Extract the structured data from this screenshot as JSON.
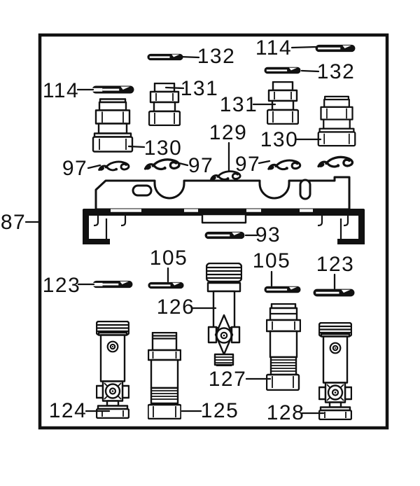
{
  "figure": {
    "kind": "exploded-parts-diagram",
    "background_color": "#ffffff",
    "line_color": "#111111",
    "callouts": {
      "n132_top": "132",
      "n114_top": "114",
      "n132_right": "132",
      "n114_left": "114",
      "n131_left": "131",
      "n131_right": "131",
      "n129": "129",
      "n130_left": "130",
      "n130_right": "130",
      "n97_left": "97",
      "n97_mid": "97",
      "n97_right": "97",
      "n87": "87",
      "n93": "93",
      "n123_left": "123",
      "n105_left": "105",
      "n105_right": "105",
      "n123_right": "123",
      "n126": "126",
      "n124": "124",
      "n125": "125",
      "n127": "127",
      "n128": "128"
    },
    "parts": [
      {
        "callout": "87",
        "shape": "mounting-bracket"
      },
      {
        "callout": "93",
        "shape": "flat-spring-clip"
      },
      {
        "callout": "97",
        "shape": "wire-retainer-clip"
      },
      {
        "callout": "105",
        "shape": "flat-spring-clip"
      },
      {
        "callout": "114",
        "shape": "flat-spring-clip"
      },
      {
        "callout": "123",
        "shape": "flat-spring-clip"
      },
      {
        "callout": "124",
        "shape": "shutoff-valve"
      },
      {
        "callout": "125",
        "shape": "threaded-cartridge"
      },
      {
        "callout": "126",
        "shape": "drain-valve"
      },
      {
        "callout": "127",
        "shape": "threaded-cartridge"
      },
      {
        "callout": "128",
        "shape": "shutoff-valve"
      },
      {
        "callout": "129",
        "shape": "wire-retainer-clip"
      },
      {
        "callout": "130",
        "shape": "compression-fitting-large"
      },
      {
        "callout": "131",
        "shape": "compression-fitting-small"
      },
      {
        "callout": "132",
        "shape": "flat-spring-clip"
      }
    ]
  }
}
